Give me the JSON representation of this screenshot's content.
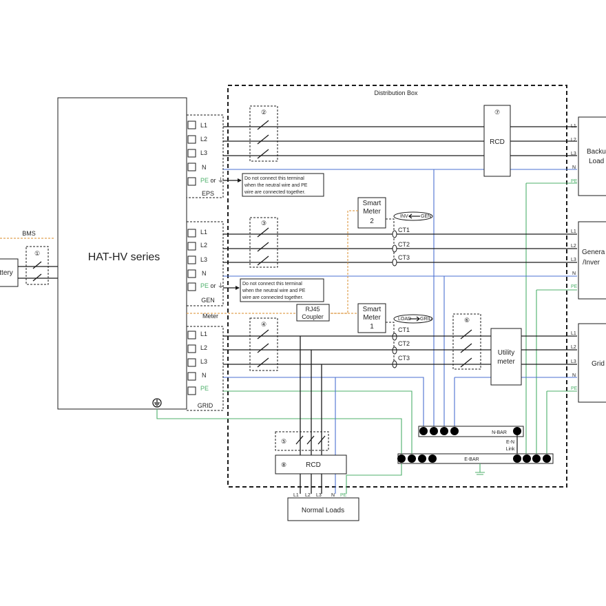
{
  "distribution_box": {
    "title": "Distribution Box"
  },
  "inverter": {
    "title": "HAT-HV series"
  },
  "battery": {
    "label": "ttery",
    "bms_label": "BMS",
    "switch_num": "①"
  },
  "eps_terminal": {
    "name": "EPS",
    "pins": [
      "L1",
      "L2",
      "L3",
      "N",
      "PE"
    ],
    "pe_suffix": " or ⏚",
    "note_line1": "Do not connect this terminal",
    "note_line2": "when the neutral wire and PE",
    "note_line3": "wire are connected together."
  },
  "gen_terminal": {
    "name": "GEN",
    "pins": [
      "L1",
      "L2",
      "L3",
      "N",
      "PE"
    ],
    "pe_suffix": " or ⏚",
    "note_line1": "Do not connect this terminal",
    "note_line2": "when the neutral wire and PE",
    "note_line3": "wire are connected together."
  },
  "meter_label": "Meter",
  "grid_terminal": {
    "name": "GRID",
    "pins": [
      "L1",
      "L2",
      "L3",
      "N",
      "PE"
    ]
  },
  "switches": {
    "s2": "②",
    "s3": "③",
    "s4": "④",
    "s5": "⑤",
    "s6": "⑥",
    "s7": "⑦",
    "s8": "⑧"
  },
  "rcd_top": "RCD",
  "rcd_bottom": "RCD",
  "smart_meter_2": {
    "line1": "Smart",
    "line2": "Meter",
    "line3": "2",
    "badge_left": "INV",
    "badge_right": "GEN",
    "cts": [
      "CT1",
      "CT2",
      "CT3"
    ]
  },
  "smart_meter_1": {
    "line1": "Smart",
    "line2": "Meter",
    "line3": "1",
    "badge_left": "LOAD",
    "badge_right": "GRID",
    "cts": [
      "CT1",
      "CT2",
      "CT3"
    ]
  },
  "rj45": {
    "line1": "RJ45",
    "line2": "Coupler"
  },
  "utility_meter": {
    "line1": "Utility",
    "line2": "meter"
  },
  "n_bar": "N-BAR",
  "e_bar": "E-BAR",
  "en_link": {
    "line1": "E-N",
    "line2": "Link"
  },
  "normal_loads": {
    "label": "Normal Loads",
    "pins": [
      "L1",
      "L2",
      "L3",
      "N",
      "PE"
    ]
  },
  "backup_loads": {
    "line1": "Backu",
    "line2": "Load",
    "pins": [
      "L1",
      "L2",
      "L3",
      "N",
      "PE"
    ]
  },
  "generator": {
    "line1": "Genera",
    "line2": "/Inver",
    "pins": [
      "L1",
      "L2",
      "L3",
      "N",
      "PE"
    ]
  },
  "grid": {
    "label": "Grid",
    "pins": [
      "L1",
      "L2",
      "L3",
      "N",
      "PE"
    ]
  },
  "colors": {
    "pe_wire": "#4caf6a",
    "n_wire": "#4a6fd0",
    "signal_wire": "#e0a050",
    "line": "#1a1a1a"
  }
}
